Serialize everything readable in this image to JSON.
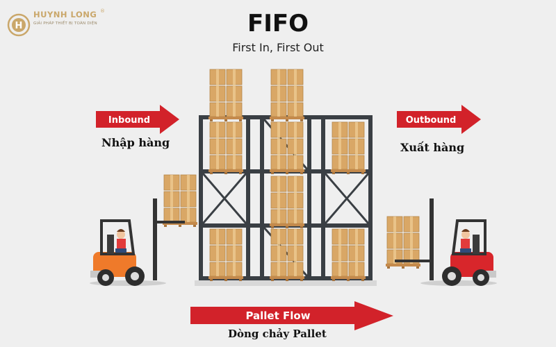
{
  "logo": {
    "name": "HUYNH LONG",
    "registered": "®",
    "tagline": "GIẢI PHÁP THIẾT BỊ TOÀN DIỆN",
    "emblem_letter": "H",
    "colors": {
      "gold": "#caa76a"
    }
  },
  "title": "FIFO",
  "subtitle": "First In, First Out",
  "inbound": {
    "label": "Inbound",
    "vi": "Nhập hàng"
  },
  "outbound": {
    "label": "Outbound",
    "vi": "Xuất hàng"
  },
  "flow": {
    "label": "Pallet Flow",
    "vi": "Dòng chảy Pallet"
  },
  "colors": {
    "arrow_red": "#d2222a",
    "rack_dark": "#3a3f44",
    "box": "#d9a766",
    "box_dark": "#c08c4c",
    "forklift_orange": "#ef7a2a",
    "forklift_red": "#d8262b",
    "shirt": "#e23b3b"
  },
  "icons": [
    "forklift-icon",
    "rack-icon",
    "box-stack-icon",
    "arrow-right-icon"
  ]
}
